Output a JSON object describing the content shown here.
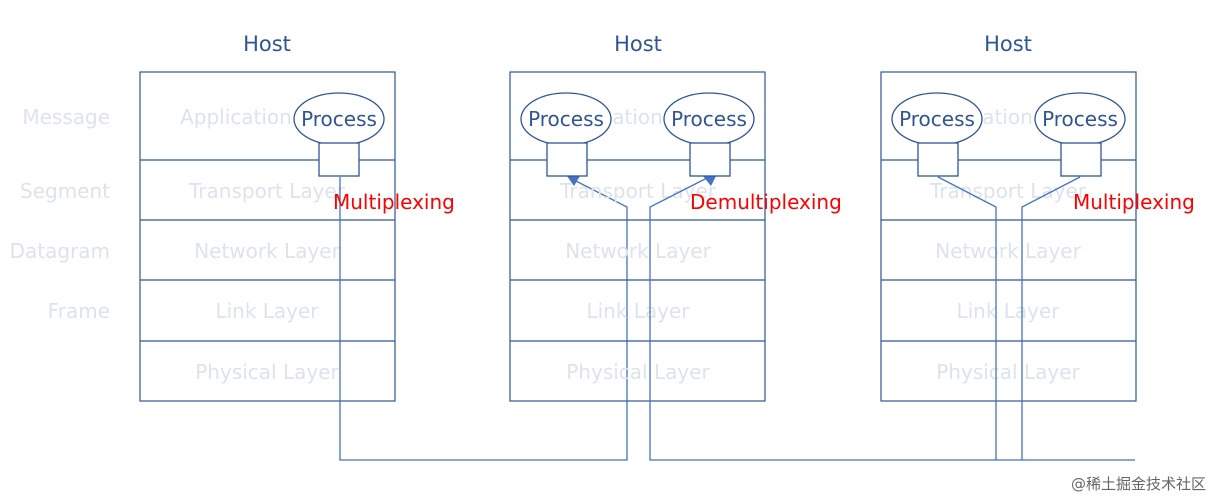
{
  "pdu_labels": [
    "Message",
    "Segment",
    "Datagram",
    "Frame"
  ],
  "hosts": [
    {
      "title": "Host",
      "layers": [
        "Application Layer",
        "Transport Layer",
        "Network Layer",
        "Link Layer",
        "Physical Layer"
      ],
      "processes": [
        "Process"
      ],
      "operation": "Multiplexing"
    },
    {
      "title": "Host",
      "layers": [
        "Application Layer",
        "Transport Layer",
        "Network Layer",
        "Link Layer",
        "Physical Layer"
      ],
      "processes": [
        "Process",
        "Process"
      ],
      "operation": "Demultiplexing"
    },
    {
      "title": "Host",
      "layers": [
        "Application Layer",
        "Transport Layer",
        "Network Layer",
        "Link Layer",
        "Physical Layer"
      ],
      "processes": [
        "Process",
        "Process"
      ],
      "operation": "Multiplexing"
    }
  ],
  "watermark": "@稀土掘金技术社区",
  "colors": {
    "host_border": "#2f5597",
    "wire": "#4472c4",
    "label_faded": "#dde3ec",
    "operation_label": "#ff0000"
  }
}
